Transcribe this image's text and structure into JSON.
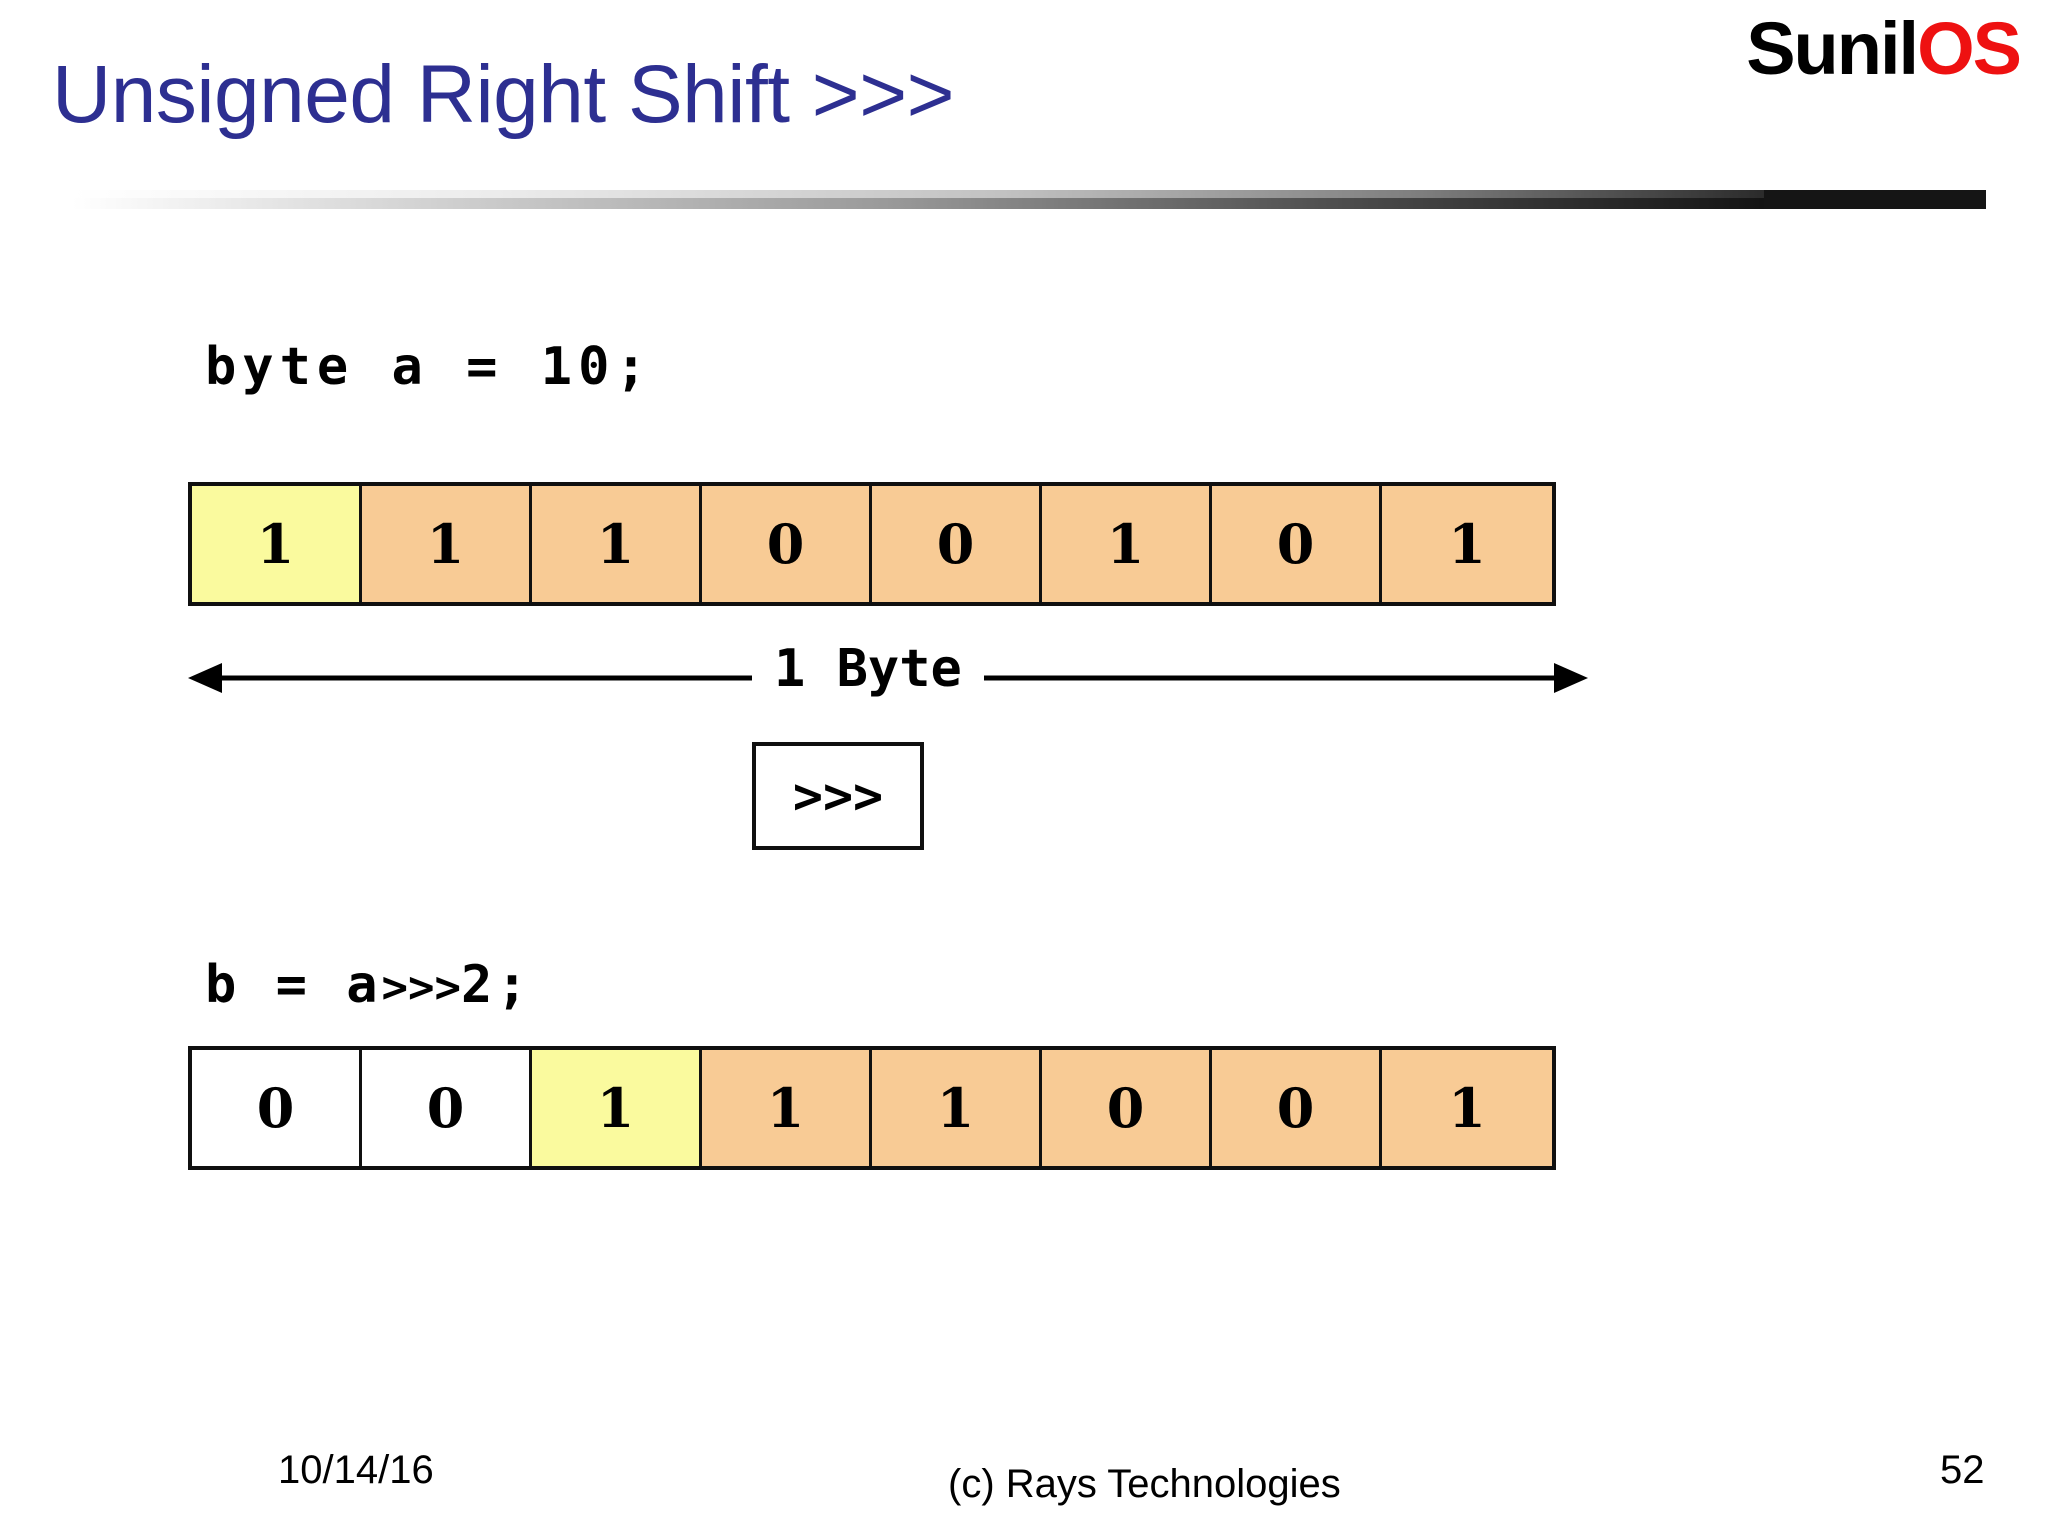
{
  "logo": {
    "part1": "Sunil",
    "part2": "OS",
    "part1_color": "#000000",
    "part2_color": "#ee1111"
  },
  "title": {
    "text": "Unsigned Right Shift >>>",
    "color": "#2d2f91"
  },
  "content": {
    "code_declaration": "byte a = 10;",
    "code_shift_prefix": "b = a",
    "code_shift_operator": ">>>",
    "code_shift_suffix": "2;",
    "measure_label": "1 Byte",
    "operator_box_text": ">>>",
    "colors": {
      "orange_cell": "#f8cb95",
      "yellow_cell": "#fafa9e",
      "white_cell": "#ffffff",
      "border": "#101010"
    },
    "bit_row_a": [
      {
        "bit": "1",
        "fill": "yellow"
      },
      {
        "bit": "1",
        "fill": "orange"
      },
      {
        "bit": "1",
        "fill": "orange"
      },
      {
        "bit": "0",
        "fill": "orange"
      },
      {
        "bit": "0",
        "fill": "orange"
      },
      {
        "bit": "1",
        "fill": "orange"
      },
      {
        "bit": "0",
        "fill": "orange"
      },
      {
        "bit": "1",
        "fill": "orange"
      }
    ],
    "bit_row_b": [
      {
        "bit": "0",
        "fill": "white"
      },
      {
        "bit": "0",
        "fill": "white"
      },
      {
        "bit": "1",
        "fill": "yellow"
      },
      {
        "bit": "1",
        "fill": "orange"
      },
      {
        "bit": "1",
        "fill": "orange"
      },
      {
        "bit": "0",
        "fill": "orange"
      },
      {
        "bit": "0",
        "fill": "orange"
      },
      {
        "bit": "1",
        "fill": "orange"
      }
    ]
  },
  "footer": {
    "date": "10/14/16",
    "copyright": "(c) Rays Technologies",
    "page_number": "52"
  }
}
